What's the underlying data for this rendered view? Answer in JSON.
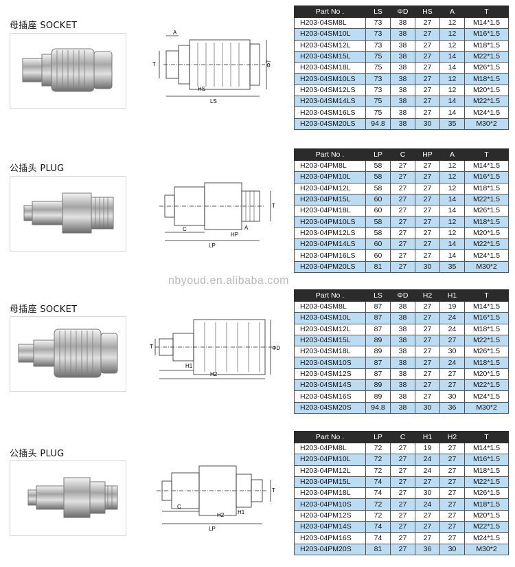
{
  "watermark": "nbyoud.en.alibaba.com",
  "sections": [
    {
      "label": "母插座 SOCKET",
      "drawing_labels": [
        "A",
        "T",
        "HS",
        "LS",
        "ΦT"
      ],
      "headers": [
        "Part No .",
        "LS",
        "ΦD",
        "HS",
        "A",
        "T"
      ],
      "rows": [
        [
          "H203-04SM8L",
          "73",
          "38",
          "27",
          "12",
          "M14*1.5"
        ],
        [
          "H203-04SM10L",
          "73",
          "38",
          "27",
          "12",
          "M16*1.5"
        ],
        [
          "H203-04SM12L",
          "73",
          "38",
          "27",
          "12",
          "M18*1.5"
        ],
        [
          "H203-04SM15L",
          "75",
          "38",
          "27",
          "14",
          "M22*1.5"
        ],
        [
          "H203-04SM18L",
          "75",
          "38",
          "27",
          "14",
          "M26*1.5"
        ],
        [
          "H203-04SM10LS",
          "73",
          "38",
          "27",
          "12",
          "M18*1.5"
        ],
        [
          "H203-04SM12LS",
          "73",
          "38",
          "27",
          "12",
          "M20*1.5"
        ],
        [
          "H203-04SM14LS",
          "75",
          "38",
          "27",
          "14",
          "M22*1.5"
        ],
        [
          "H203-04SM16LS",
          "75",
          "38",
          "27",
          "14",
          "M24*1.5"
        ],
        [
          "H203-04SM20LS",
          "94.8",
          "38",
          "30",
          "35",
          "M30*2"
        ]
      ]
    },
    {
      "label": "公插头 PLUG",
      "drawing_labels": [
        "T",
        "C",
        "LP",
        "HP",
        "A"
      ],
      "headers": [
        "Part No .",
        "LP",
        "C",
        "HP",
        "A",
        "T"
      ],
      "rows": [
        [
          "H203-04PM8L",
          "58",
          "27",
          "27",
          "12",
          "M14*1.5"
        ],
        [
          "H203-04PM10L",
          "58",
          "27",
          "27",
          "12",
          "M16*1.5"
        ],
        [
          "H203-04PM12L",
          "58",
          "27",
          "27",
          "12",
          "M18*1.5"
        ],
        [
          "H203-04PM15L",
          "60",
          "27",
          "27",
          "14",
          "M22*1.5"
        ],
        [
          "H203-04PM18L",
          "60",
          "27",
          "27",
          "14",
          "M26*1.5"
        ],
        [
          "H203-04PM10LS",
          "58",
          "27",
          "27",
          "12",
          "M18*1.5"
        ],
        [
          "H203-04PM12LS",
          "58",
          "27",
          "27",
          "12",
          "M20*1.5"
        ],
        [
          "H203-04PM14LS",
          "60",
          "27",
          "27",
          "14",
          "M22*1.5"
        ],
        [
          "H203-04PM16LS",
          "60",
          "27",
          "27",
          "14",
          "M24*1.5"
        ],
        [
          "H203-04PM20LS",
          "81",
          "27",
          "30",
          "35",
          "M30*2"
        ]
      ]
    },
    {
      "label": "母插座 SOCKET",
      "drawing_labels": [
        "T",
        "H1",
        "H2",
        "ΦD"
      ],
      "headers": [
        "Part No .",
        "LS",
        "ΦD",
        "H2",
        "H1",
        "T"
      ],
      "rows": [
        [
          "H203-04SM8L",
          "87",
          "38",
          "27",
          "19",
          "M14*1.5"
        ],
        [
          "H203-04SM10L",
          "87",
          "38",
          "27",
          "24",
          "M16*1.5"
        ],
        [
          "H203-04SM12L",
          "87",
          "38",
          "27",
          "24",
          "M18*1.5"
        ],
        [
          "H203-04SM15L",
          "89",
          "38",
          "27",
          "27",
          "M22*1.5"
        ],
        [
          "H203-04SM18L",
          "89",
          "38",
          "27",
          "30",
          "M26*1.5"
        ],
        [
          "H203-04SM10S",
          "87",
          "38",
          "27",
          "24",
          "M18*1.5"
        ],
        [
          "H203-04SM12S",
          "87",
          "38",
          "27",
          "27",
          "M20*1.5"
        ],
        [
          "H203-04SM14S",
          "89",
          "38",
          "27",
          "27",
          "M22*1.5"
        ],
        [
          "H203-04SM16S",
          "89",
          "38",
          "27",
          "30",
          "M24*1.5"
        ],
        [
          "H203-04SM20S",
          "94.8",
          "38",
          "30",
          "36",
          "M30*2"
        ]
      ]
    },
    {
      "label": "公插头 PLUG",
      "drawing_labels": [
        "T",
        "C",
        "LP",
        "H2",
        "H1"
      ],
      "headers": [
        "Part No .",
        "LP",
        "C",
        "H1",
        "H2",
        "T"
      ],
      "rows": [
        [
          "H203-04PM8L",
          "72",
          "27",
          "19",
          "27",
          "M14*1.5"
        ],
        [
          "H203-04PM10L",
          "72",
          "27",
          "24",
          "27",
          "M16*1.5"
        ],
        [
          "H203-04PM12L",
          "72",
          "27",
          "24",
          "27",
          "M18*1.5"
        ],
        [
          "H203-04PM15L",
          "74",
          "27",
          "27",
          "27",
          "M22*1.5"
        ],
        [
          "H203-04PM18L",
          "74",
          "27",
          "30",
          "27",
          "M26*1.5"
        ],
        [
          "H203-04PM10S",
          "72",
          "27",
          "24",
          "27",
          "M18*1.5"
        ],
        [
          "H203-04PM12S",
          "72",
          "27",
          "27",
          "27",
          "M20*1.5"
        ],
        [
          "H203-04PM14S",
          "74",
          "27",
          "27",
          "27",
          "M22*1.5"
        ],
        [
          "H203-04PM16S",
          "74",
          "27",
          "27",
          "27",
          "M24*1.5"
        ],
        [
          "H203-04PM20S",
          "81",
          "27",
          "36",
          "30",
          "M30*2"
        ]
      ]
    }
  ]
}
